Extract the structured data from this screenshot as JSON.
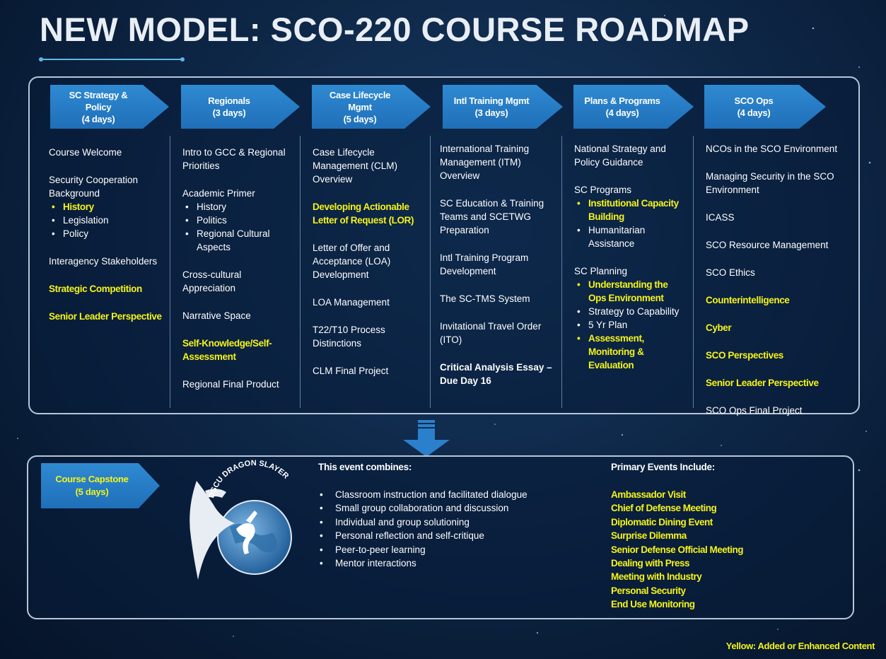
{
  "title": "NEW MODEL: SCO-220 COURSE ROADMAP",
  "colors": {
    "highlight": "#f4f31b",
    "chevron": "#1f6fb8",
    "background": "#0e2747"
  },
  "columns": [
    {
      "header": [
        "SC Strategy &",
        "Policy",
        "(4 days)"
      ],
      "items": [
        {
          "text": "Course Welcome"
        },
        {
          "text": "Security Cooperation Background",
          "sub": [
            {
              "text": "History",
              "hl": true
            },
            {
              "text": "Legislation"
            },
            {
              "text": "Policy"
            }
          ]
        },
        {
          "text": "Interagency Stakeholders"
        },
        {
          "text": "Strategic Competition",
          "hl": true
        },
        {
          "text": "Senior Leader Perspective",
          "hl": true
        }
      ]
    },
    {
      "header": [
        "Regionals",
        "(3 days)"
      ],
      "items": [
        {
          "text": "Intro to GCC & Regional Priorities"
        },
        {
          "text": "Academic Primer",
          "sub": [
            {
              "text": "History"
            },
            {
              "text": "Politics"
            },
            {
              "text": "Regional Cultural Aspects"
            }
          ]
        },
        {
          "text": "Cross-cultural Appreciation"
        },
        {
          "text": "Narrative Space"
        },
        {
          "text": "Self-Knowledge/Self-Assessment",
          "hl": true
        },
        {
          "text": "Regional Final Product"
        }
      ]
    },
    {
      "header": [
        "Case Lifecycle",
        "Mgmt",
        "(5 days)"
      ],
      "items": [
        {
          "text": "Case Lifecycle Management (CLM) Overview"
        },
        {
          "text": "Developing Actionable Letter of Request (LOR)",
          "hl": true
        },
        {
          "text": "Letter of Offer and Acceptance (LOA) Development"
        },
        {
          "text": "LOA Management"
        },
        {
          "text": "T22/T10 Process Distinctions"
        },
        {
          "text": "CLM Final Project"
        }
      ]
    },
    {
      "header": [
        "Intl Training Mgmt",
        "(3 days)"
      ],
      "items": [
        {
          "text": "International Training Management (ITM) Overview"
        },
        {
          "text": "SC Education & Training Teams and SCETWG Preparation"
        },
        {
          "text": "Intl Training Program Development"
        },
        {
          "text": "The SC-TMS System"
        },
        {
          "text": "Invitational Travel Order (ITO)"
        },
        {
          "text": "Critical Analysis Essay – Due Day 16",
          "bold": true
        }
      ]
    },
    {
      "header": [
        "Plans & Programs",
        "(4 days)"
      ],
      "items": [
        {
          "text": "National Strategy and Policy Guidance"
        },
        {
          "text": "SC Programs",
          "sub": [
            {
              "text": "Institutional Capacity Building",
              "hl": true
            },
            {
              "text": "Humanitarian Assistance"
            }
          ]
        },
        {
          "text": "SC Planning",
          "sub": [
            {
              "text": "Understanding the Ops Environment",
              "hl": true
            },
            {
              "text": "Strategy to Capability"
            },
            {
              "text": "5 Yr Plan"
            },
            {
              "text": "Assessment, Monitoring & Evaluation",
              "hl": true
            }
          ]
        }
      ]
    },
    {
      "header": [
        "SCO Ops",
        "(4 days)"
      ],
      "items": [
        {
          "text": "NCOs in the SCO Environment"
        },
        {
          "text": "Managing Security in the SCO Environment"
        },
        {
          "text": "ICASS"
        },
        {
          "text": "SCO Resource Management"
        },
        {
          "text": "SCO Ethics"
        },
        {
          "text": "Counterintelligence",
          "hl": true
        },
        {
          "text": "Cyber",
          "hl": true
        },
        {
          "text": "SCO Perspectives",
          "hl": true
        },
        {
          "text": "Senior Leader Perspective",
          "hl": true
        },
        {
          "text": "SCO Ops Final Project"
        }
      ]
    }
  ],
  "capstone": {
    "label": [
      "Course Capstone",
      "(5 days)"
    ],
    "logo_text": "DSCU DRAGON SLAYER",
    "combines_heading": "This event combines:",
    "combines": [
      "Classroom instruction and facilitated dialogue",
      "Small group collaboration and discussion",
      "Individual and group solutioning",
      "Personal reflection and self-critique",
      "Peer-to-peer learning",
      "Mentor interactions"
    ],
    "events_heading": "Primary Events Include:",
    "events": [
      "Ambassador Visit",
      "Chief of Defense Meeting",
      "Diplomatic Dining Event",
      "Surprise Dilemma",
      "Senior Defense Official Meeting",
      "Dealing with Press",
      "Meeting with Industry",
      "Personal Security",
      "End Use Monitoring"
    ]
  },
  "legend": "Yellow: Added or Enhanced Content"
}
